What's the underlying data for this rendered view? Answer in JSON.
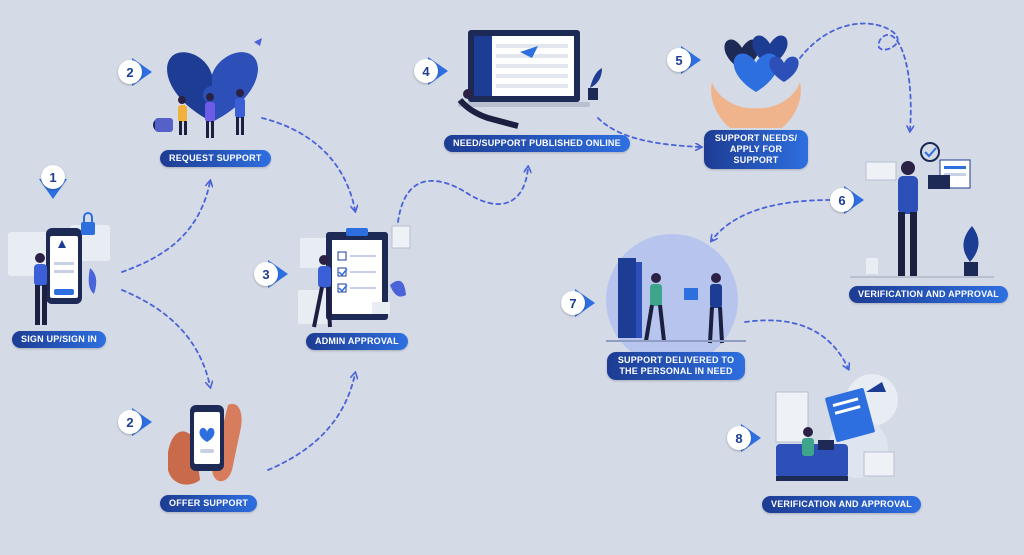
{
  "steps": [
    {
      "number": "1",
      "label": "SIGN UP/SIGN IN"
    },
    {
      "number": "2",
      "label": "REQUEST SUPPORT"
    },
    {
      "number": "2",
      "label": "OFFER SUPPORT"
    },
    {
      "number": "3",
      "label": "ADMIN APPROVAL"
    },
    {
      "number": "4",
      "label": "NEED/SUPPORT PUBLISHED ONLINE"
    },
    {
      "number": "5",
      "label": "SUPPORT NEEDS/ APPLY FOR SUPPORT"
    },
    {
      "number": "6",
      "label": "VERIFICATION AND APPROVAL"
    },
    {
      "number": "7",
      "label": "SUPPORT DELIVERED TO THE PERSONAL IN NEED"
    },
    {
      "number": "8",
      "label": "VERIFICATION AND APPROVAL"
    }
  ],
  "colors": {
    "background": "#d4dae6",
    "accent_dark": "#1d3c93",
    "accent": "#2e6fe0",
    "arrow": "#4a63d8"
  }
}
